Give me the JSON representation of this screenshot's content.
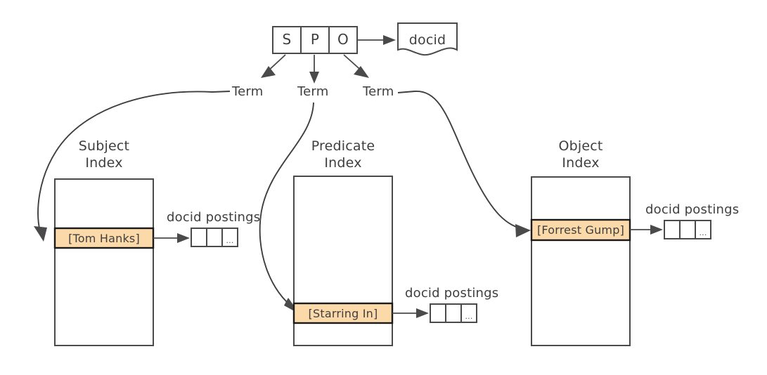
{
  "diagram": {
    "title": "SPO triple inverted index diagram",
    "colors": {
      "highlight": "#fbd9a9",
      "stroke": "#4a4a4a",
      "highlight_border": "#1a1a1a",
      "background": "#ffffff"
    },
    "triple_box": {
      "name": "spo-triple",
      "cells": [
        {
          "label": "S",
          "meaning": "subject"
        },
        {
          "label": "P",
          "meaning": "predicate"
        },
        {
          "label": "O",
          "meaning": "object"
        }
      ]
    },
    "document": {
      "label": "docid"
    },
    "term_labels": [
      {
        "label": "Term",
        "target": "subject"
      },
      {
        "label": "Term",
        "target": "predicate"
      },
      {
        "label": "Term",
        "target": "object"
      }
    ],
    "indexes": [
      {
        "id": "subject",
        "title_line1": "Subject",
        "title_line2": "Index",
        "entry": "[Tom Hanks]",
        "postings_label": "docid postings",
        "postings_cells": [
          "",
          "",
          "..."
        ]
      },
      {
        "id": "predicate",
        "title_line1": "Predicate",
        "title_line2": "Index",
        "entry": "[Starring In]",
        "postings_label": "docid postings",
        "postings_cells": [
          "",
          "",
          "..."
        ]
      },
      {
        "id": "object",
        "title_line1": "Object",
        "title_line2": "Index",
        "entry": "[Forrest Gump]",
        "postings_label": "docid postings",
        "postings_cells": [
          "",
          "",
          "..."
        ]
      }
    ]
  }
}
